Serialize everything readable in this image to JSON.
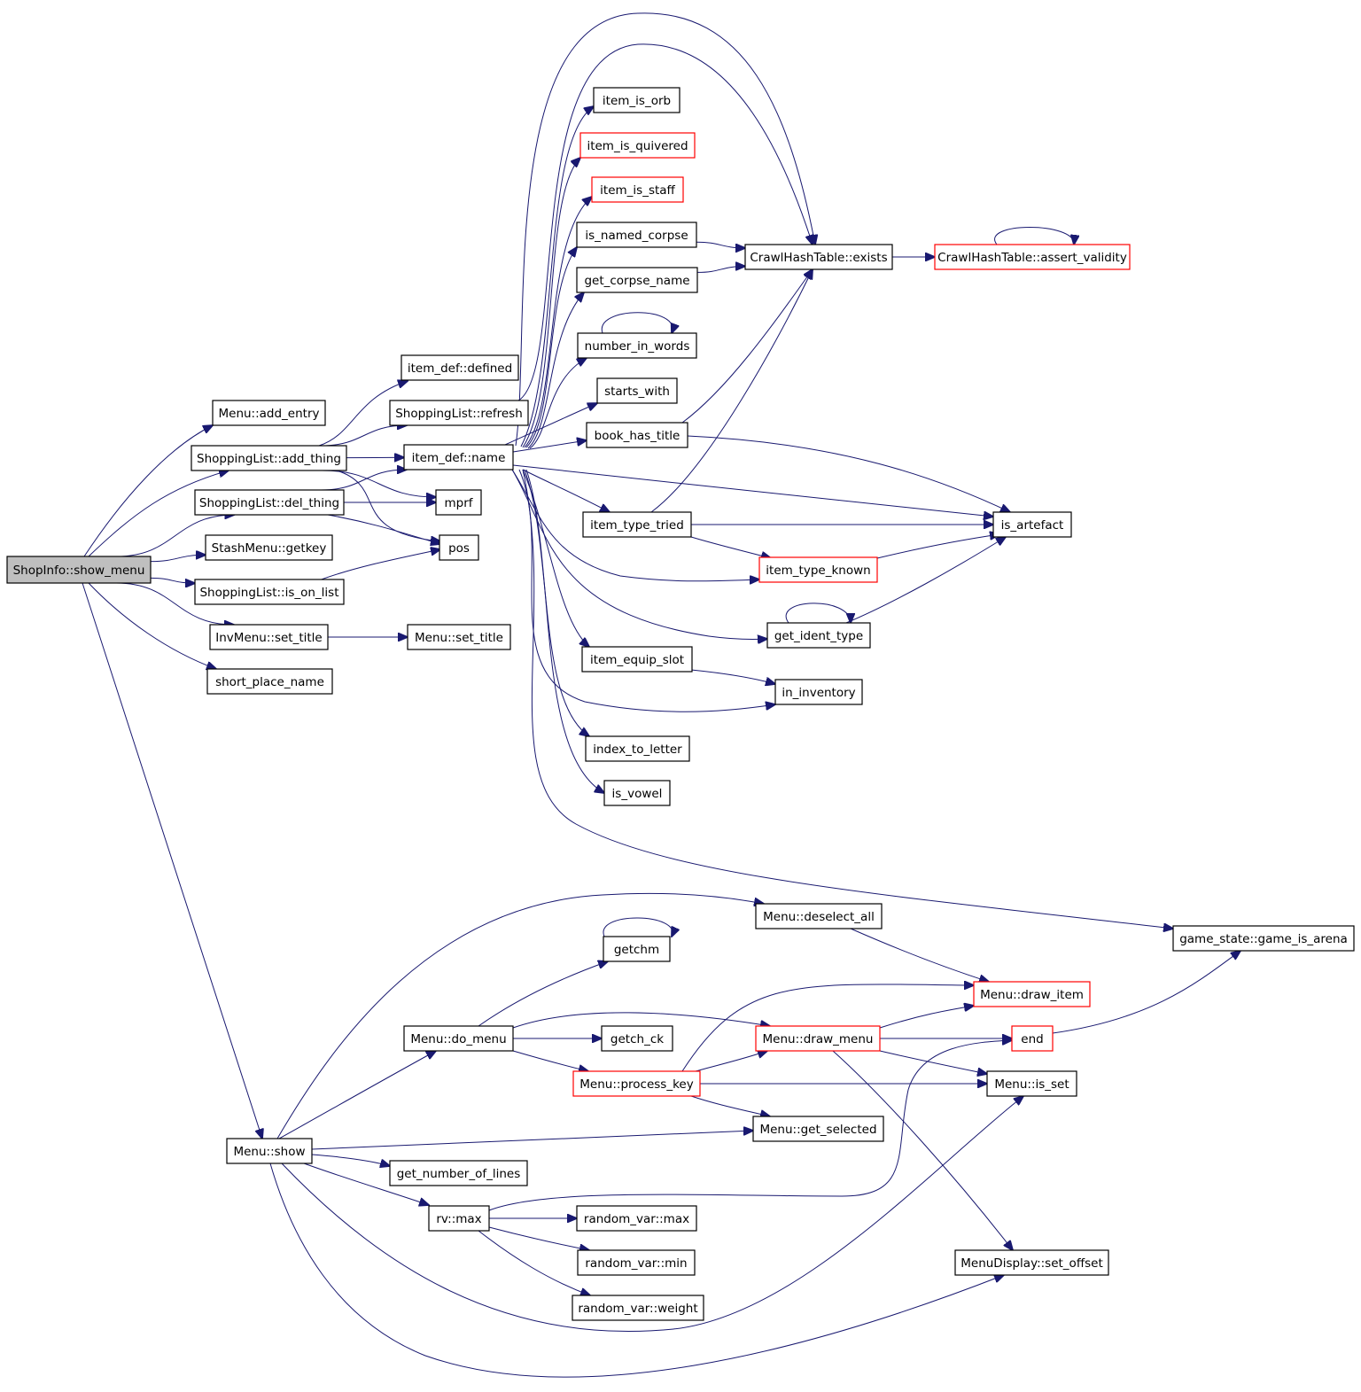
{
  "diagram": {
    "edge_color": "#191970",
    "highlight_node_color": "#bfbfbf",
    "truncated_node_border_color": "#ff0000",
    "node_border_color": "#000000",
    "nodes": [
      {
        "id": "show_menu",
        "label": "ShopInfo::show_menu",
        "style": "highlight"
      },
      {
        "id": "add_entry",
        "label": "Menu::add_entry",
        "style": "normal"
      },
      {
        "id": "add_thing",
        "label": "ShoppingList::add_thing",
        "style": "normal"
      },
      {
        "id": "del_thing",
        "label": "ShoppingList::del_thing",
        "style": "normal"
      },
      {
        "id": "getkey",
        "label": "StashMenu::getkey",
        "style": "normal"
      },
      {
        "id": "is_on_list",
        "label": "ShoppingList::is_on_list",
        "style": "normal"
      },
      {
        "id": "inv_set_title",
        "label": "InvMenu::set_title",
        "style": "normal"
      },
      {
        "id": "short_place_name",
        "label": "short_place_name",
        "style": "normal"
      },
      {
        "id": "menu_show",
        "label": "Menu::show",
        "style": "normal"
      },
      {
        "id": "defined",
        "label": "item_def::defined",
        "style": "normal"
      },
      {
        "id": "refresh",
        "label": "ShoppingList::refresh",
        "style": "normal"
      },
      {
        "id": "name",
        "label": "item_def::name",
        "style": "normal"
      },
      {
        "id": "mprf",
        "label": "mprf",
        "style": "normal"
      },
      {
        "id": "pos",
        "label": "pos",
        "style": "normal"
      },
      {
        "id": "menu_set_title",
        "label": "Menu::set_title",
        "style": "normal"
      },
      {
        "id": "item_is_orb",
        "label": "item_is_orb",
        "style": "normal"
      },
      {
        "id": "item_is_quivered",
        "label": "item_is_quivered",
        "style": "truncated"
      },
      {
        "id": "item_is_staff",
        "label": "item_is_staff",
        "style": "truncated"
      },
      {
        "id": "is_named_corpse",
        "label": "is_named_corpse",
        "style": "normal"
      },
      {
        "id": "get_corpse_name",
        "label": "get_corpse_name",
        "style": "normal"
      },
      {
        "id": "number_in_words",
        "label": "number_in_words",
        "style": "normal"
      },
      {
        "id": "starts_with",
        "label": "starts_with",
        "style": "normal"
      },
      {
        "id": "book_has_title",
        "label": "book_has_title",
        "style": "normal"
      },
      {
        "id": "item_type_tried",
        "label": "item_type_tried",
        "style": "normal"
      },
      {
        "id": "item_equip_slot",
        "label": "item_equip_slot",
        "style": "normal"
      },
      {
        "id": "index_to_letter",
        "label": "index_to_letter",
        "style": "normal"
      },
      {
        "id": "is_vowel",
        "label": "is_vowel",
        "style": "normal"
      },
      {
        "id": "exists",
        "label": "CrawlHashTable::exists",
        "style": "normal"
      },
      {
        "id": "assert_validity",
        "label": "CrawlHashTable::assert_validity",
        "style": "truncated"
      },
      {
        "id": "is_artefact",
        "label": "is_artefact",
        "style": "normal"
      },
      {
        "id": "item_type_known",
        "label": "item_type_known",
        "style": "truncated"
      },
      {
        "id": "get_ident_type",
        "label": "get_ident_type",
        "style": "normal"
      },
      {
        "id": "in_inventory",
        "label": "in_inventory",
        "style": "normal"
      },
      {
        "id": "game_is_arena",
        "label": "game_state::game_is_arena",
        "style": "normal"
      },
      {
        "id": "deselect_all",
        "label": "Menu::deselect_all",
        "style": "normal"
      },
      {
        "id": "getchm",
        "label": "getchm",
        "style": "normal"
      },
      {
        "id": "do_menu",
        "label": "Menu::do_menu",
        "style": "normal"
      },
      {
        "id": "getch_ck",
        "label": "getch_ck",
        "style": "normal"
      },
      {
        "id": "process_key",
        "label": "Menu::process_key",
        "style": "truncated"
      },
      {
        "id": "draw_menu",
        "label": "Menu::draw_menu",
        "style": "truncated"
      },
      {
        "id": "draw_item",
        "label": "Menu::draw_item",
        "style": "truncated"
      },
      {
        "id": "end",
        "label": "end",
        "style": "truncated"
      },
      {
        "id": "is_set",
        "label": "Menu::is_set",
        "style": "normal"
      },
      {
        "id": "get_selected",
        "label": "Menu::get_selected",
        "style": "normal"
      },
      {
        "id": "get_number_of_lines",
        "label": "get_number_of_lines",
        "style": "normal"
      },
      {
        "id": "rv_max",
        "label": "rv::max",
        "style": "normal"
      },
      {
        "id": "random_var_max",
        "label": "random_var::max",
        "style": "normal"
      },
      {
        "id": "random_var_min",
        "label": "random_var::min",
        "style": "normal"
      },
      {
        "id": "random_var_weight",
        "label": "random_var::weight",
        "style": "normal"
      },
      {
        "id": "set_offset",
        "label": "MenuDisplay::set_offset",
        "style": "normal"
      }
    ],
    "edges": [
      [
        "show_menu",
        "add_entry"
      ],
      [
        "show_menu",
        "add_thing"
      ],
      [
        "show_menu",
        "del_thing"
      ],
      [
        "show_menu",
        "getkey"
      ],
      [
        "show_menu",
        "is_on_list"
      ],
      [
        "show_menu",
        "inv_set_title"
      ],
      [
        "show_menu",
        "short_place_name"
      ],
      [
        "show_menu",
        "menu_show"
      ],
      [
        "add_thing",
        "defined"
      ],
      [
        "add_thing",
        "refresh"
      ],
      [
        "add_thing",
        "name"
      ],
      [
        "add_thing",
        "mprf"
      ],
      [
        "add_thing",
        "pos"
      ],
      [
        "del_thing",
        "name"
      ],
      [
        "del_thing",
        "mprf"
      ],
      [
        "del_thing",
        "pos"
      ],
      [
        "is_on_list",
        "pos"
      ],
      [
        "inv_set_title",
        "menu_set_title"
      ],
      [
        "refresh",
        "exists"
      ],
      [
        "name",
        "item_is_orb"
      ],
      [
        "name",
        "item_is_quivered"
      ],
      [
        "name",
        "item_is_staff"
      ],
      [
        "name",
        "is_named_corpse"
      ],
      [
        "name",
        "get_corpse_name"
      ],
      [
        "name",
        "number_in_words"
      ],
      [
        "name",
        "starts_with"
      ],
      [
        "name",
        "book_has_title"
      ],
      [
        "name",
        "exists"
      ],
      [
        "name",
        "is_artefact"
      ],
      [
        "name",
        "item_type_tried"
      ],
      [
        "name",
        "item_type_known"
      ],
      [
        "name",
        "get_ident_type"
      ],
      [
        "name",
        "item_equip_slot"
      ],
      [
        "name",
        "in_inventory"
      ],
      [
        "name",
        "index_to_letter"
      ],
      [
        "name",
        "is_vowel"
      ],
      [
        "name",
        "game_is_arena"
      ],
      [
        "is_named_corpse",
        "exists"
      ],
      [
        "get_corpse_name",
        "exists"
      ],
      [
        "number_in_words",
        "number_in_words"
      ],
      [
        "book_has_title",
        "exists"
      ],
      [
        "book_has_title",
        "is_artefact"
      ],
      [
        "item_type_tried",
        "exists"
      ],
      [
        "item_type_tried",
        "is_artefact"
      ],
      [
        "item_type_tried",
        "item_type_known"
      ],
      [
        "item_type_known",
        "is_artefact"
      ],
      [
        "get_ident_type",
        "get_ident_type"
      ],
      [
        "get_ident_type",
        "is_artefact"
      ],
      [
        "item_equip_slot",
        "in_inventory"
      ],
      [
        "exists",
        "assert_validity"
      ],
      [
        "assert_validity",
        "assert_validity"
      ],
      [
        "menu_show",
        "deselect_all"
      ],
      [
        "menu_show",
        "do_menu"
      ],
      [
        "menu_show",
        "get_selected"
      ],
      [
        "menu_show",
        "get_number_of_lines"
      ],
      [
        "menu_show",
        "rv_max"
      ],
      [
        "menu_show",
        "is_set"
      ],
      [
        "menu_show",
        "set_offset"
      ],
      [
        "deselect_all",
        "draw_item"
      ],
      [
        "getchm",
        "getchm"
      ],
      [
        "do_menu",
        "getchm"
      ],
      [
        "do_menu",
        "getch_ck"
      ],
      [
        "do_menu",
        "draw_menu"
      ],
      [
        "do_menu",
        "process_key"
      ],
      [
        "process_key",
        "draw_item"
      ],
      [
        "process_key",
        "draw_menu"
      ],
      [
        "process_key",
        "is_set"
      ],
      [
        "process_key",
        "get_selected"
      ],
      [
        "draw_menu",
        "draw_item"
      ],
      [
        "draw_menu",
        "end"
      ],
      [
        "draw_menu",
        "is_set"
      ],
      [
        "draw_menu",
        "set_offset"
      ],
      [
        "end",
        "game_is_arena"
      ],
      [
        "rv_max",
        "end"
      ],
      [
        "rv_max",
        "random_var_max"
      ],
      [
        "rv_max",
        "random_var_min"
      ],
      [
        "rv_max",
        "random_var_weight"
      ]
    ]
  }
}
